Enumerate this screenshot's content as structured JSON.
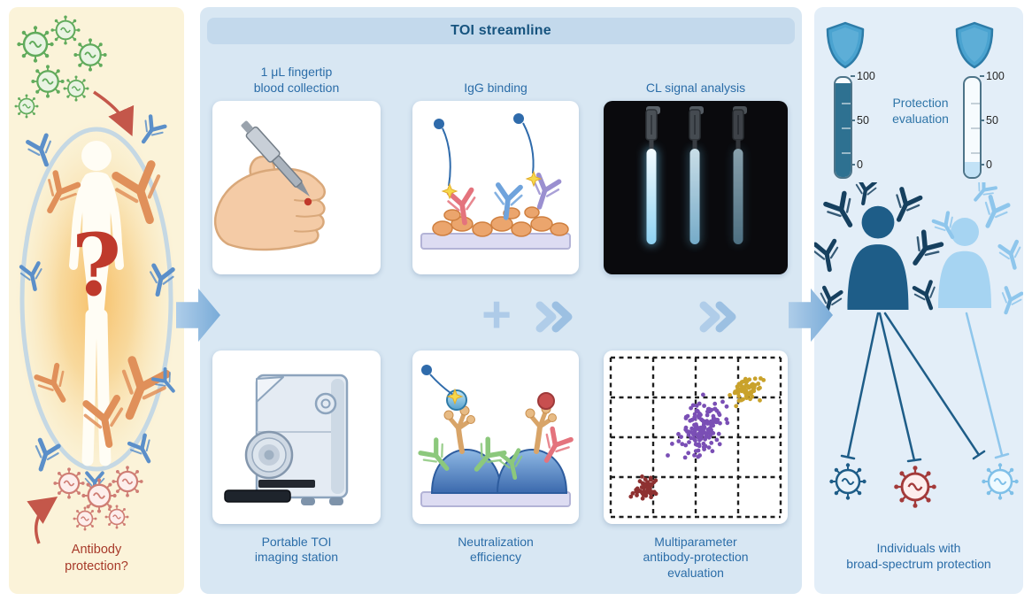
{
  "colors": {
    "left_bg": "#fbf3d9",
    "middle_bg": "#d8e7f3",
    "right_bg": "#e3eef8",
    "header_bg": "#c3d9ec",
    "title_text": "#17547f",
    "label_text": "#2b6da8",
    "red_text": "#a73a2a",
    "arrow_fill": "#79abd8",
    "chevron_fill": "#aecbe8"
  },
  "icons": {
    "shield": "shield-icon",
    "virus": "virus-icon",
    "antibody": "antibody-icon",
    "person": "person-icon",
    "chevron": "chevron-right-icon",
    "plus": "plus-icon",
    "arrow": "arrow-right-icon"
  },
  "left_panel": {
    "question_mark": "?",
    "caption": "Antibody\nprotection?"
  },
  "middle_panel": {
    "title": "TOI streamline",
    "top_cards": [
      {
        "id": "blood",
        "label": "1 μL fingertip\nblood collection"
      },
      {
        "id": "igg",
        "label": "IgG binding"
      },
      {
        "id": "cl",
        "label": "CL signal analysis"
      }
    ],
    "bottom_cards": [
      {
        "id": "station",
        "label": "Portable TOI\nimaging station"
      },
      {
        "id": "neutralization",
        "label": "Neutralization\nefficiency"
      },
      {
        "id": "multiparameter",
        "label": "Multiparameter\nantibody-protection\nevaluation"
      }
    ],
    "plus_sign": "+",
    "scatter": {
      "type": "scatter",
      "grid": {
        "cols": 4,
        "rows": 4,
        "dashed": true
      },
      "clusters": [
        {
          "name": "low-protection",
          "color": "#8e3131",
          "cx": 0.21,
          "cy": 0.82,
          "sx": 0.12,
          "sy": 0.11,
          "corr": -0.4,
          "n": 55
        },
        {
          "name": "mid-protection",
          "color": "#7a4fb5",
          "cx": 0.53,
          "cy": 0.45,
          "sx": 0.2,
          "sy": 0.26,
          "corr": -0.45,
          "n": 150
        },
        {
          "name": "high-protection",
          "color": "#c9a22b",
          "cx": 0.8,
          "cy": 0.2,
          "sx": 0.13,
          "sy": 0.11,
          "corr": -0.3,
          "n": 60
        }
      ]
    }
  },
  "right_panel": {
    "gauges": [
      {
        "ticks": [
          "100",
          "50",
          "0"
        ],
        "fill_percent": 95,
        "fill_color": "#2e7191"
      },
      {
        "ticks": [
          "100",
          "50",
          "0"
        ],
        "fill_percent": 15,
        "fill_color": "#c2e2f6"
      }
    ],
    "evaluation_label": "Protection\nevaluation",
    "caption": "Individuals with\nbroad-spectrum protection"
  }
}
